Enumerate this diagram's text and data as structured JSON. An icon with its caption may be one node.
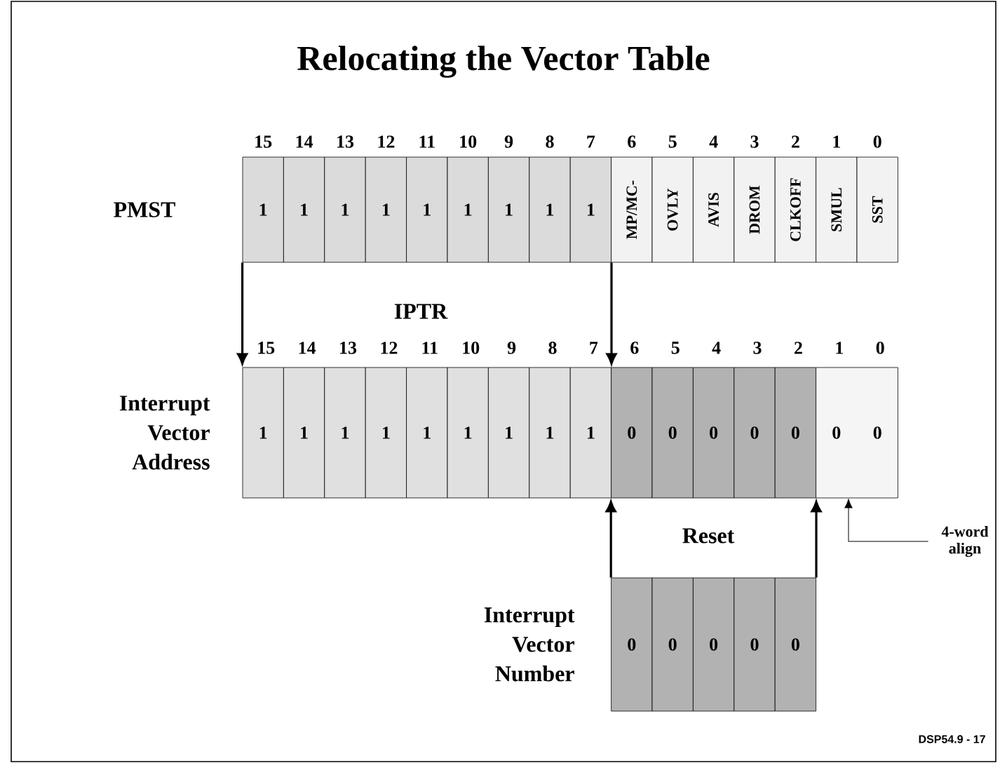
{
  "diagram": {
    "title": "Relocating the Vector Table",
    "nodes": [
      {
        "text": [
          "1"
        ]
      },
      {
        "text": [
          "1"
        ]
      },
      {
        "text": [
          "1"
        ]
      },
      {
        "text": [
          "1"
        ]
      },
      {
        "text": [
          "1"
        ]
      },
      {
        "text": [
          "1"
        ]
      },
      {
        "text": [
          "1"
        ]
      },
      {
        "text": [
          "1"
        ]
      },
      {
        "text": [
          "1"
        ]
      },
      {
        "text": [
          "MP/MC-"
        ]
      },
      {
        "text": [
          "OVLY"
        ]
      },
      {
        "text": [
          "AVIS"
        ]
      },
      {
        "text": [
          "DROM"
        ]
      },
      {
        "text": [
          "CLKOFF"
        ]
      },
      {
        "text": [
          "SMUL"
        ]
      },
      {
        "text": [
          "SST"
        ]
      },
      {
        "text": [
          "1"
        ]
      },
      {
        "text": [
          "1"
        ]
      },
      {
        "text": [
          "1"
        ]
      },
      {
        "text": [
          "1"
        ]
      },
      {
        "text": [
          "1"
        ]
      },
      {
        "text": [
          "1"
        ]
      },
      {
        "text": [
          "1"
        ]
      },
      {
        "text": [
          "1"
        ]
      },
      {
        "text": [
          "1"
        ]
      },
      {
        "text": [
          "0"
        ]
      },
      {
        "text": [
          "0"
        ]
      },
      {
        "text": [
          "0"
        ]
      },
      {
        "text": [
          "0"
        ]
      },
      {
        "text": [
          "0"
        ]
      },
      {
        "text": [
          "0",
          "0"
        ]
      },
      {
        "text": [
          "4-word align"
        ]
      },
      {
        "text": [
          "0"
        ]
      },
      {
        "text": [
          "0"
        ]
      },
      {
        "text": [
          "0"
        ]
      },
      {
        "text": [
          "0"
        ]
      },
      {
        "text": [
          "0"
        ]
      }
    ],
    "edges": [
      {
        "from": 0,
        "to": 16,
        "arrow": "to"
      },
      {
        "from": 8,
        "to": 24,
        "arrow": "to"
      },
      {
        "from": 32,
        "to": 25,
        "arrow": "to"
      },
      {
        "from": 36,
        "to": 29,
        "arrow": "to"
      },
      {
        "from": 31,
        "to": 30,
        "arrow": "to"
      }
    ],
    "labels": [
      "15",
      "14",
      "13",
      "12",
      "11",
      "10",
      "9",
      "8",
      "7",
      "6",
      "5",
      "4",
      "3",
      "2",
      "1",
      "0",
      "PMST",
      "IPTR",
      "15",
      "14",
      "13",
      "12",
      "11",
      "10",
      "9",
      "8",
      "7",
      "6",
      "5",
      "4",
      "3",
      "2",
      "1",
      "0",
      "Interrupt Vector Address",
      "Reset",
      "Interrupt Vector Number",
      "DSP54.9 - 17"
    ]
  }
}
